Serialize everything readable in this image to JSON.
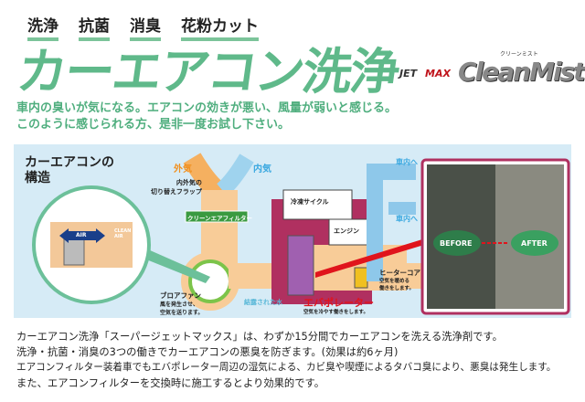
{
  "header": {
    "tags": [
      "洗浄",
      "抗菌",
      "消臭",
      "花粉カット"
    ],
    "title": "カーエアコン洗浄",
    "logo": {
      "jet": "JET",
      "max": "MAX",
      "brand": "CleanMist",
      "brand_kana": "クリーンミスト"
    }
  },
  "lead": {
    "lines": [
      "車内の臭いが気になる。エアコンの効きが悪い、風量が弱いと感じる。",
      "このように感じられる方、是非一度お試し下さい。"
    ]
  },
  "diagram": {
    "heading": [
      "カーエアコンの",
      "構造"
    ],
    "outside_air": "外気",
    "inside_air": "内気",
    "flap": [
      "内外気の",
      "切り替えフラップ"
    ],
    "filter": "クリーンエアフィルター",
    "air": "AIR",
    "clean_air": "CLEAN AIR",
    "blower": "ブロアファン",
    "blower_desc": [
      "風を発生させ、",
      "空気を送ります。"
    ],
    "refrigeration": "冷凍サイクル",
    "engine": "エンジン",
    "to_cabin": "車内へ",
    "heater_core": "ヒーターコア",
    "heater_desc": [
      "空気を暖める",
      "働きをします。"
    ],
    "condensed_water": "結露された水",
    "evaporator": "エバポレーター",
    "evaporator_desc": "空気を冷やす働きをします。",
    "before": "BEFORE",
    "after": "AFTER",
    "colors": {
      "accent_green": "#5fb98a",
      "evaporator_red": "#e0141c",
      "frame": "#b03060"
    }
  },
  "body": {
    "lines": [
      "カーエアコン洗浄「スーパージェットマックス」は、わずか15分間でカーエアコンを洗える洗浄剤です。",
      "洗浄・抗菌・消臭の3つの働きでカーエアコンの悪臭を防ぎます。(効果は約6ヶ月)",
      "エアコンフィルター装着車でもエバポレーター周辺の湿気による、カビ臭や喫煙によるタバコ臭により、悪臭は発生します。",
      "また、エアコンフィルターを交換時に施工するとより効果的です。"
    ]
  }
}
